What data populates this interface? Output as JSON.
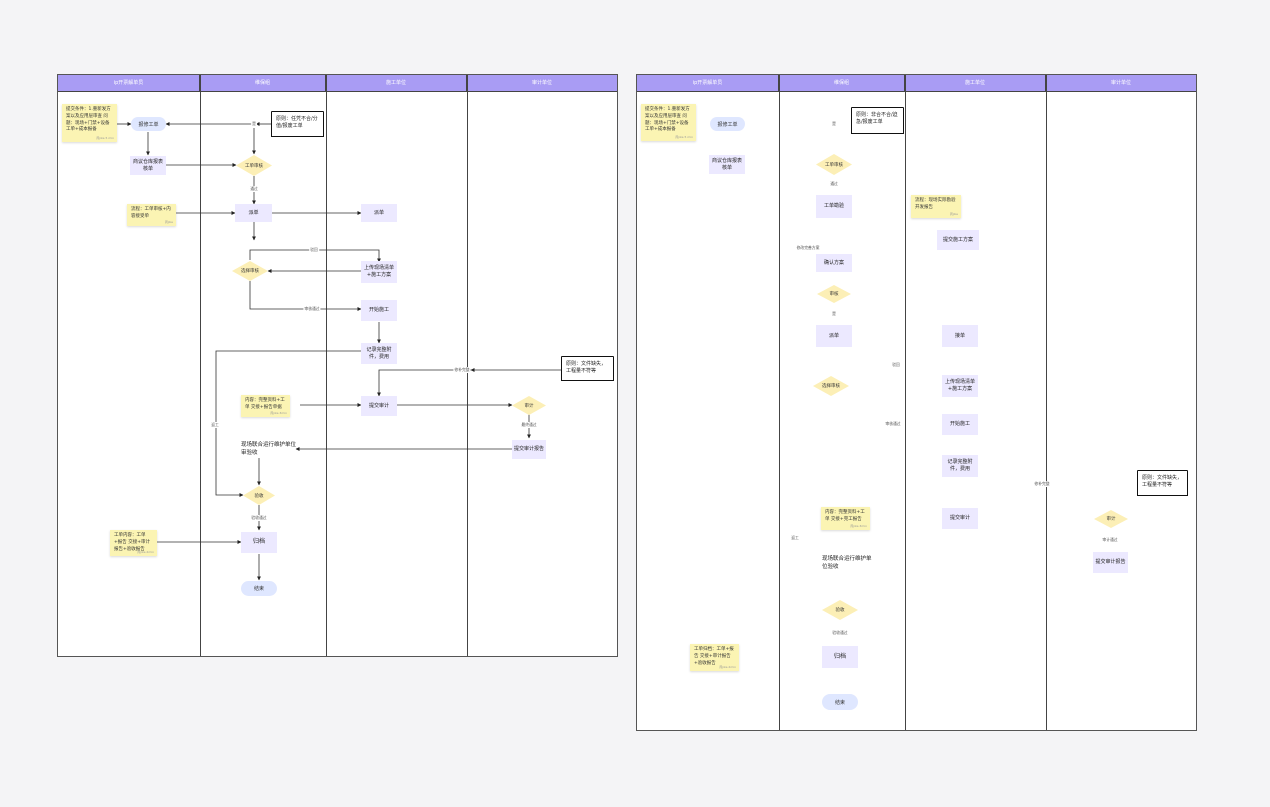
{
  "colors": {
    "lane_header": "#a99cf4",
    "process": "#ece9ff",
    "terminal": "#dfe7ff",
    "decision": "#fcefb6",
    "sticky": "#fbf4b3",
    "line": "#444444"
  },
  "diagram_left": {
    "lanes": [
      "ip开票解单员",
      "维保组",
      "施工单位",
      "审计单位"
    ],
    "start": "报修工单",
    "process_analysis": "商议仓库报表核单",
    "sticky_trigger": "提交条件：1.重新发方案以及应用层审查 问题：现场+门禁+设备工单+成本报备",
    "trigger_author": "周jike·5 min",
    "doc_rule": "原则：任凭不合/分值/报废工单",
    "edge_yes1": "是",
    "decision_order": "工单审核",
    "edge_pass": "通过",
    "process_assign": "派单",
    "sticky_assign": "流程：工单审核+内容接受单",
    "assign_author": "周jike",
    "process_dispatch": "派单",
    "edge_notpass": "驳回",
    "decision_plan": "选择审核",
    "process_upload": "上传现场清单+施工方案",
    "edge_approved": "审核通过",
    "process_start": "开始施工",
    "process_record": "记录完整附件，费用",
    "edge_complete": "修补完整",
    "doc_audit": "原则：文件缺失，工程量不符等",
    "sticky_submit": "内容：完整资料+工单 交接+报告单据",
    "submit_author": "周jike·3min",
    "process_submit": "提交审计",
    "decision_audit": "审计",
    "edge_audit_done": "最终通过",
    "edge_rework": "返工",
    "process_report": "提交审计报告",
    "plain_joint": "现场联合运行维护单位审验收",
    "decision_accept": "验收",
    "edge_accept_ok": "验收通过",
    "sticky_archive": "工单内容：工单+报告 交接+审计报告+验收报告",
    "archive_author": "周jike·2min",
    "process_archive": "归档",
    "end": "结束"
  },
  "diagram_right": {
    "lanes": [
      "ip开票解单员",
      "维保组",
      "施工单位",
      "审计单位"
    ],
    "start": "报修工单",
    "process_analysis": "商议仓库报表核单",
    "sticky_trigger": "提交条件：1.重新发方案以及应用层审查 问题：现场+门禁+设备工单+成本报备",
    "trigger_author": "周jike·5 min",
    "doc_rule": "原则：非合不合/迫急/报废工单",
    "edge_yes1": "是",
    "decision_order": "工单审核",
    "edge_pass": "通过",
    "process_survey": "工单勘验",
    "sticky_survey": "流程：现场实际勘验开发报告",
    "survey_author": "周jike",
    "process_plan_submit": "提交施工方案",
    "edge_plan_fix": "修改完善方案",
    "process_plan_confirm": "确认方案",
    "decision_review": "审核",
    "edge_yes2": "是",
    "process_dispatch": "派单",
    "process_receive": "接单",
    "edge_notpass": "驳回",
    "decision_plan": "选择审核",
    "process_upload": "上传现场清单+施工方案",
    "edge_approved": "审核通过",
    "process_start": "开始施工",
    "process_record": "记录完整附件，费用",
    "edge_complete": "修补完整",
    "doc_audit": "原则：文件缺失，工程量不符等",
    "sticky_submit": "内容：完整资料+工单 交接+完工报告",
    "submit_author": "周jike·3min",
    "process_submit": "提交审计",
    "decision_audit": "审计",
    "edge_audit_done": "审计通过",
    "edge_rework": "返工",
    "process_report": "提交审计报告",
    "plain_joint": "现场联合运行维护单位验收",
    "decision_accept": "验收",
    "edge_accept_ok": "验收通过",
    "sticky_archive": "工单归档：工单+报告 交接+审计报告+验收报告",
    "archive_author": "周jike·2min",
    "process_archive": "归档",
    "end": "结束"
  }
}
